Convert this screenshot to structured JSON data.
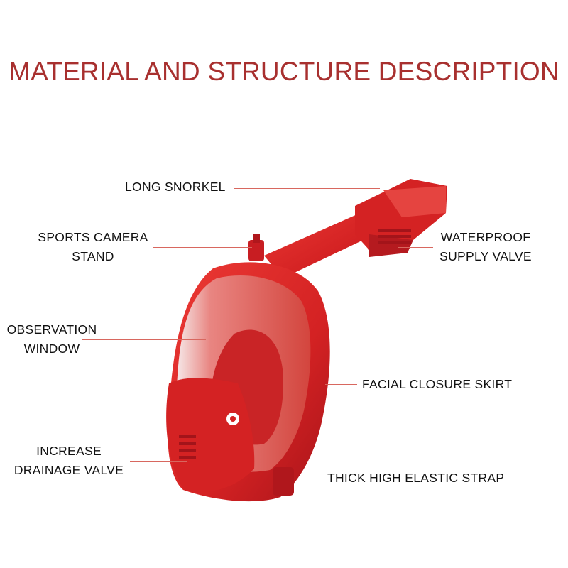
{
  "title": "MATERIAL AND STRUCTURE DESCRIPTION",
  "colors": {
    "title": "#a8302f",
    "mask": "#d42223",
    "leader_line": "#d8675f"
  },
  "labels": {
    "long_snorkel": "LONG SNORKEL",
    "camera_stand_1": "SPORTS CAMERA",
    "camera_stand_2": "STAND",
    "supply_valve_1": "WATERPROOF",
    "supply_valve_2": "SUPPLY VALVE",
    "window_1": "OBSERVATION",
    "window_2": "WINDOW",
    "skirt": "FACIAL CLOSURE SKIRT",
    "drainage_1": "INCREASE",
    "drainage_2": "DRAINAGE VALVE",
    "strap": "THICK HIGH ELASTIC STRAP"
  }
}
